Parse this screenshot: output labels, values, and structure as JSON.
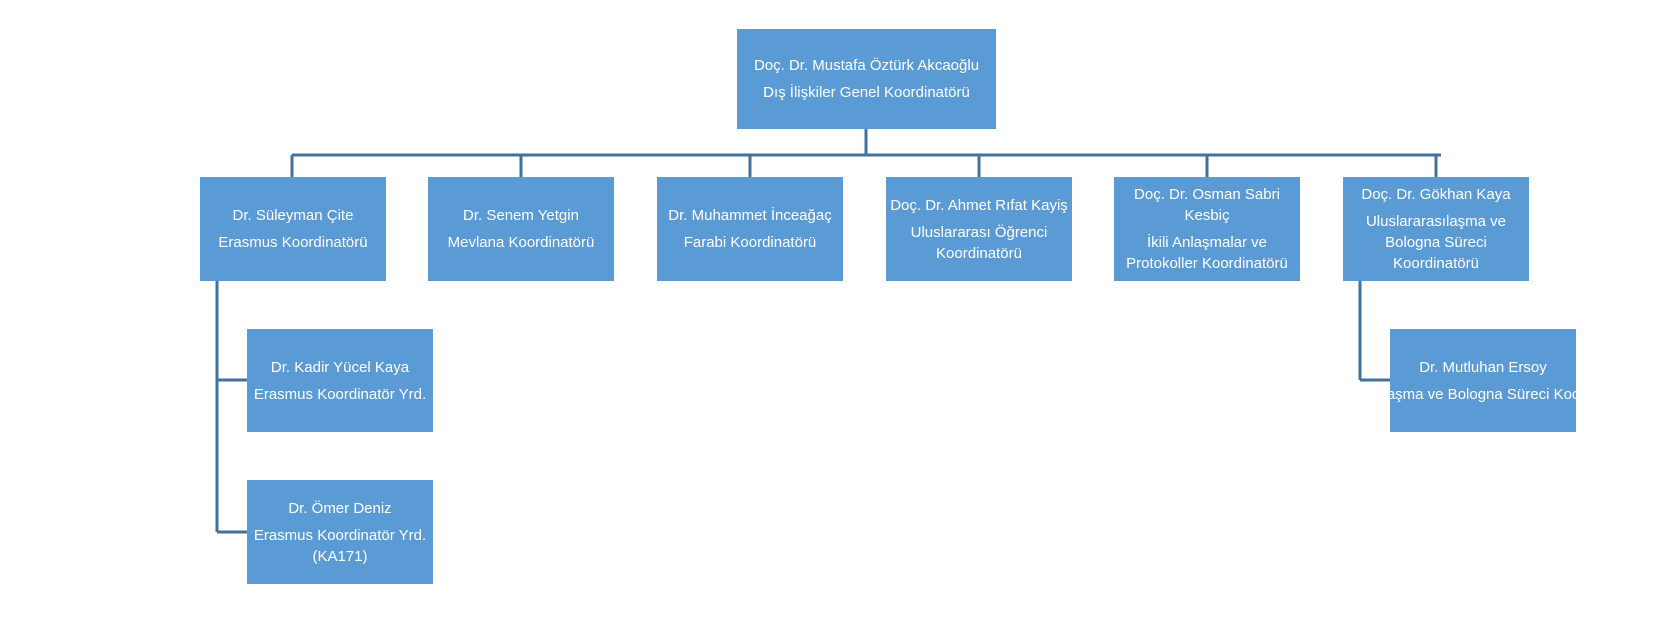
{
  "colors": {
    "box_fill": "#5b9bd5",
    "connector": "#41719c",
    "text": "#ffffff"
  },
  "root": {
    "name": "Doç. Dr. Mustafa Öztürk Akcaoğlu",
    "role": "Dış İlişkiler Genel Koordinatörü"
  },
  "children": [
    {
      "name": "Dr. Süleyman Çite",
      "role": "Erasmus Koordinatörü"
    },
    {
      "name": "Dr. Senem Yetgin",
      "role": "Mevlana Koordinatörü"
    },
    {
      "name": "Dr. Muhammet İnceağaç",
      "role": "Farabi Koordinatörü"
    },
    {
      "name": "Doç. Dr. Ahmet Rıfat Kayiş",
      "role": "Uluslararası Öğrenci Koordinatörü"
    },
    {
      "name": "Doç. Dr. Osman Sabri Kesbiç",
      "role": "İkili Anlaşmalar ve Protokoller Koordinatörü"
    },
    {
      "name": "Doç. Dr. Gökhan Kaya",
      "role": "Uluslararasılaşma ve Bologna Süreci Koordinatörü"
    }
  ],
  "assistants": [
    {
      "name": "Dr. Kadir Yücel Kaya",
      "role": "Erasmus Koordinatör Yrd."
    },
    {
      "name": "Dr. Ömer Deniz",
      "role": "Erasmus Koordinatör Yrd. (KA171)"
    },
    {
      "name": "Dr. Mutluhan Ersoy",
      "role": "Uluslararasılaşma ve Bologna Süreci Koordinatör Yrd."
    }
  ]
}
